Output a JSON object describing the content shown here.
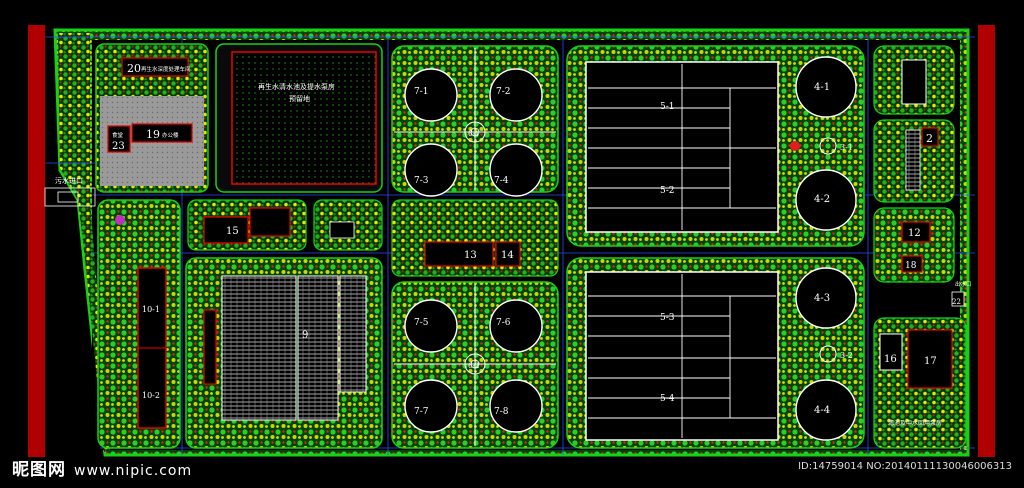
{
  "drawing": {
    "colors": {
      "background": "#000000",
      "boundary_red": "#b00000",
      "landscape_green": "#1fa81f",
      "tree_yellow": "#e6e600",
      "tree_red": "#d01818",
      "road_line": "#ffffff",
      "building_label": "#ffffff"
    },
    "top_left_labels": {
      "zone_20": "20",
      "zone_20_text": "再生水深度处理车间",
      "zone_23": "23",
      "zone_23_text": "食堂",
      "zone_19": "19",
      "zone_19_text": "办公楼",
      "gate_text": "污水进口"
    },
    "reserved_land": {
      "line1": "再生水清水池及提水泵房",
      "line2": "预留地"
    },
    "tanks_group_a": [
      "7-1",
      "7-2",
      "7-3",
      "7-4"
    ],
    "tanks_group_b": [
      "7-5",
      "7-6",
      "7-7",
      "7-8"
    ],
    "center_labels": {
      "a": "6-1",
      "b": "6-2"
    },
    "basins_top": [
      "5-1",
      "5-2"
    ],
    "basins_bottom": [
      "5-3",
      "5-4"
    ],
    "clarifiers_top": [
      "4-1",
      "4-2"
    ],
    "clarifiers_bottom": [
      "4-3",
      "4-4"
    ],
    "splitter_labels": {
      "top": "3-1",
      "bottom": "3-2"
    },
    "buildings": {
      "b15": "15",
      "b13": "13",
      "b14": "14",
      "b9": "9",
      "b10_1": "10-1",
      "b10_2": "10-2",
      "b2": "2",
      "b12": "12",
      "b18": "18",
      "b16": "16",
      "b17": "17",
      "b22": "22"
    },
    "right_bottom_text": "滤池及中水回用泵房",
    "right_edge_text": "出水口"
  },
  "watermark": {
    "brand": "昵图网",
    "site": "www.nipic.com",
    "id_text": "ID:14759014 NO:20140111130046006313"
  }
}
